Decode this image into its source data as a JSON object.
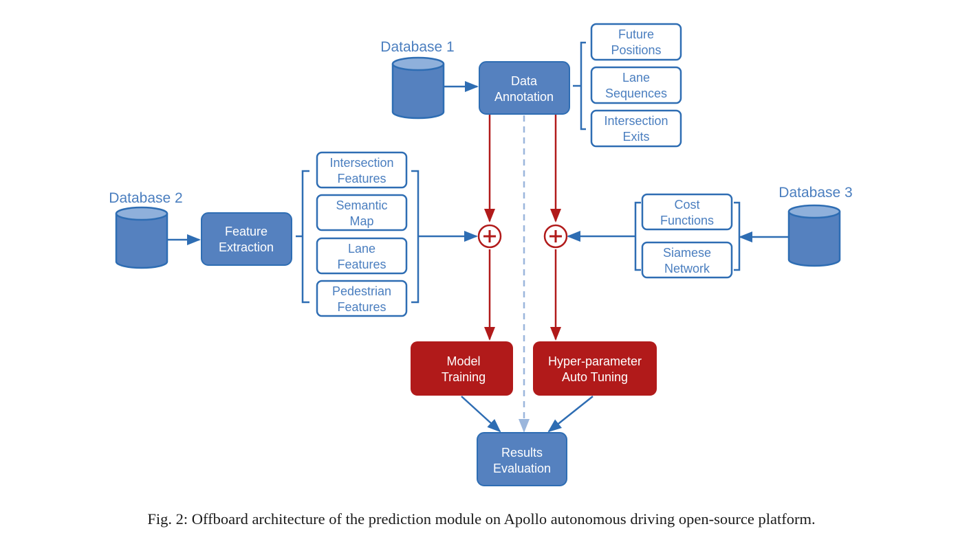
{
  "nodes": {
    "database1": "Database 1",
    "database2": "Database 2",
    "database3": "Database 3",
    "data_annotation": [
      "Data",
      "Annotation"
    ],
    "feature_extraction": [
      "Feature",
      "Extraction"
    ],
    "model_training": [
      "Model",
      "Training"
    ],
    "auto_tuning": [
      "Hyper-parameter",
      "Auto Tuning"
    ],
    "results_evaluation": [
      "Results",
      "Evaluation"
    ]
  },
  "annotation_outputs": [
    [
      "Future",
      "Positions"
    ],
    [
      "Lane",
      "Sequences"
    ],
    [
      "Intersection",
      "Exits"
    ]
  ],
  "features": [
    [
      "Intersection",
      "Features"
    ],
    [
      "Semantic",
      "Map"
    ],
    [
      "Lane",
      "Features"
    ],
    [
      "Pedestrian",
      "Features"
    ]
  ],
  "tuning_inputs": [
    [
      "Cost",
      "Functions"
    ],
    [
      "Siamese",
      "Network"
    ]
  ],
  "caption": "Fig. 2: Offboard architecture of the prediction module on Apollo autonomous driving open-source platform.",
  "colors": {
    "primary_blue": "#5581bf",
    "stroke_blue": "#2e6db3",
    "label_blue": "#4a7ebf",
    "accent_red": "#b11a1a",
    "dashed_light_blue": "#9bb6dc"
  },
  "icons": [
    "database-cylinder-icon",
    "plus-circle-icon"
  ]
}
